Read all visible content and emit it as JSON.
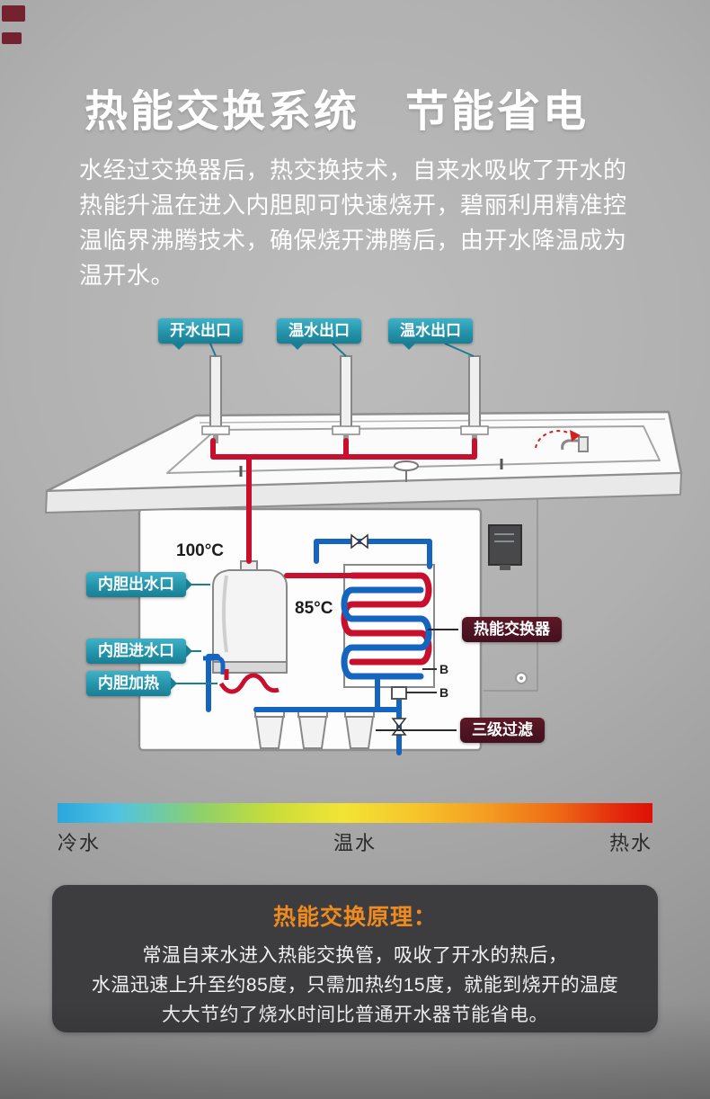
{
  "title": "热能交换系统　节能省电",
  "intro": [
    "水经过交换器后，热交换技术，自来水吸收了开水的",
    "热能升温在进入内胆即可快速烧开，碧丽利用精准控",
    "温临界沸腾技术，确保烧开沸腾后，由开水降温成为",
    "温开水。"
  ],
  "diagram": {
    "outlet_labels": [
      "开水出口",
      "温水出口",
      "温水出口"
    ],
    "left_labels": [
      "内胆出水口",
      "内胆进水口",
      "内胆加热"
    ],
    "right_labels": [
      "热能交换器",
      "三级过滤"
    ],
    "temp_boil": "100°C",
    "temp_warm": "85°C",
    "b_label": "B",
    "colors": {
      "hot_pipe": "#c8102e",
      "cold_pipe": "#1565c0",
      "badge_teal": "#2394aa",
      "badge_maroon": "#4f1220"
    }
  },
  "scale": {
    "cold": "冷水",
    "warm": "温水",
    "hot": "热水"
  },
  "principle": {
    "title": "热能交换原理：",
    "lines": [
      "常温自来水进入热能交换管，吸收了开水的热后，",
      "水温迅速上升至约85度，只需加热约15度，就能到烧开的温度",
      "大大节约了烧水时间比普通开水器节能省电。"
    ]
  }
}
